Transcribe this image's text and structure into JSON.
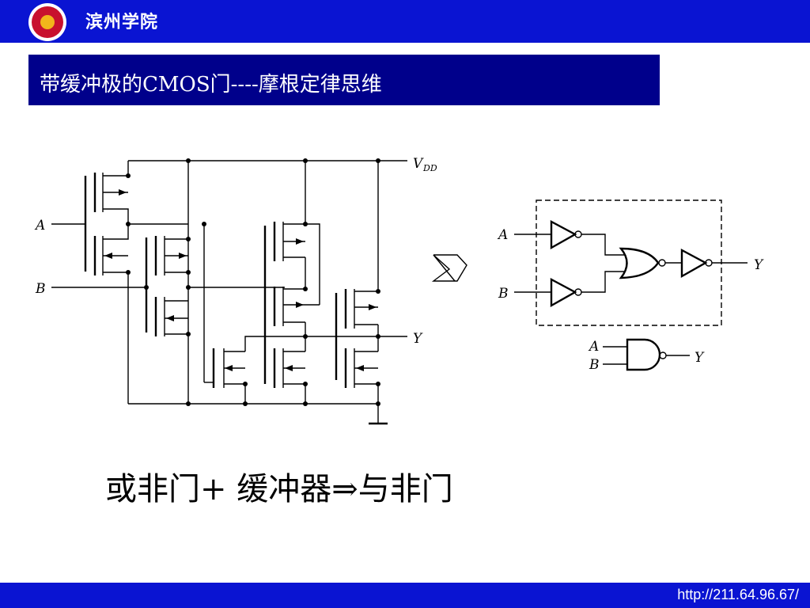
{
  "header": {
    "school_name": "滨州学院"
  },
  "slide": {
    "title": "带缓冲极的CMOS门----摩根定律思维"
  },
  "circuit": {
    "labels": {
      "a": "A",
      "b": "B",
      "y": "Y",
      "v": "V",
      "vsub": "DD"
    },
    "equivalent": {
      "a": "A",
      "b": "B",
      "y": "Y"
    },
    "nand": {
      "a": "A",
      "b": "B",
      "y": "Y"
    }
  },
  "caption": "或非门+ 缓冲器⇒与非门",
  "footer": {
    "url": "http://211.64.96.67/"
  },
  "colors": {
    "bar": "#0a14d2",
    "title_box": "#00008b"
  }
}
